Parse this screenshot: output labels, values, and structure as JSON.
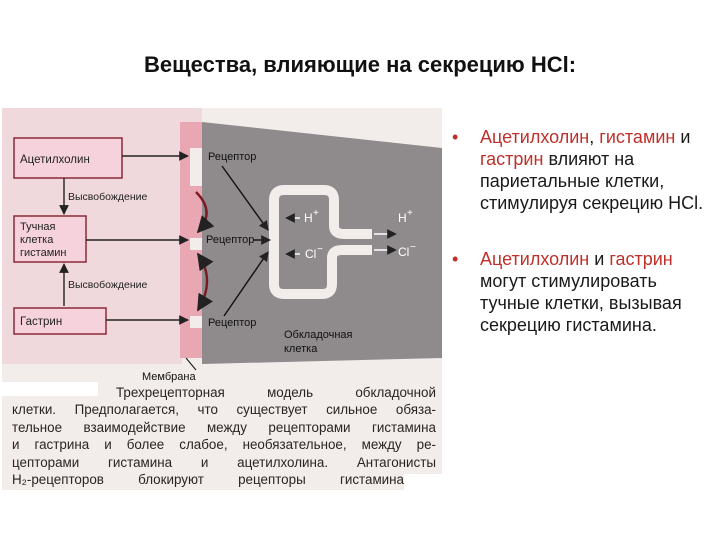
{
  "title": "Вещества, влияющие на секрецию HCl:",
  "diagram": {
    "boxes": {
      "acetylcholine": "Ацетилхолин",
      "mast_cell": [
        "Тучная",
        "клетка",
        "гистамин"
      ],
      "gastrin": "Гастрин"
    },
    "release_labels": [
      "Высвобождение",
      "Высвобождение"
    ],
    "receptor_labels": [
      "Рецептор",
      "Рецептор",
      "Рецептор"
    ],
    "ions": {
      "h_in": "H",
      "h_out": "H",
      "cl_in": "Cl",
      "cl_out": "Cl",
      "plus": "+",
      "minus": "−"
    },
    "parietal_cell": [
      "Обкладочная",
      "клетка"
    ],
    "membrane": "Мембрана",
    "caption_lines": [
      "Трехрецепторная модель обкладочной",
      "клетки. Предполагается, что существует сильное обяза-",
      "тельное взаимодействие между рецепторами гистамина",
      "и гастрина и более слабое, необязательное, между ре-",
      "цепторами гистамина и ацетилхолина. Антагонисты",
      "H₂-рецепторов блокируют рецепторы гистамина"
    ],
    "colors": {
      "pink": "#e9a7b4",
      "gray": "#8f8a8c",
      "paper": "#f2ecea",
      "box_border": "#8a2a3a"
    }
  },
  "bullets": [
    {
      "segments": [
        {
          "text": "Ацетилхолин",
          "red": true
        },
        {
          "text": ", ",
          "red": false
        },
        {
          "text": "гистамин",
          "red": true
        },
        {
          "text": " и ",
          "red": false
        },
        {
          "text": "гастрин",
          "red": true
        },
        {
          "text": " влияют на париетальные клетки, стимулируя секрецию HCl.",
          "red": false
        }
      ]
    },
    {
      "segments": [
        {
          "text": "Ацетилхолин",
          "red": true
        },
        {
          "text": " и ",
          "red": false
        },
        {
          "text": "гастрин",
          "red": true
        },
        {
          "text": " могут стимулировать тучные клетки, вызывая секрецию гистамина.",
          "red": false
        }
      ]
    }
  ]
}
